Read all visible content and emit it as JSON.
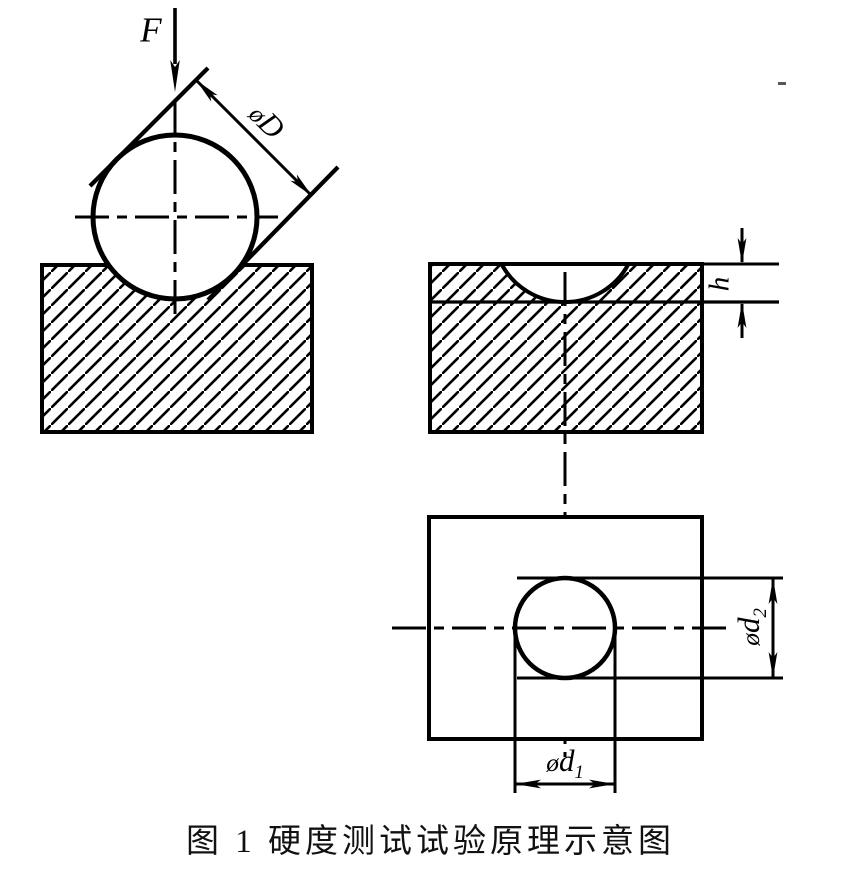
{
  "figure": {
    "caption": "图 1  硬度测试试验原理示意图"
  },
  "labels": {
    "force": "F",
    "indenter_diameter": {
      "phi": "ø",
      "letter": "D"
    },
    "indent_depth": "h",
    "indent_diameter_1": {
      "phi": "ø",
      "letter": "d",
      "sub": "1"
    },
    "indent_diameter_2": {
      "phi": "ø",
      "letter": "d",
      "sub": "2"
    }
  },
  "colors": {
    "line": "#000000",
    "background": "#ffffff"
  }
}
